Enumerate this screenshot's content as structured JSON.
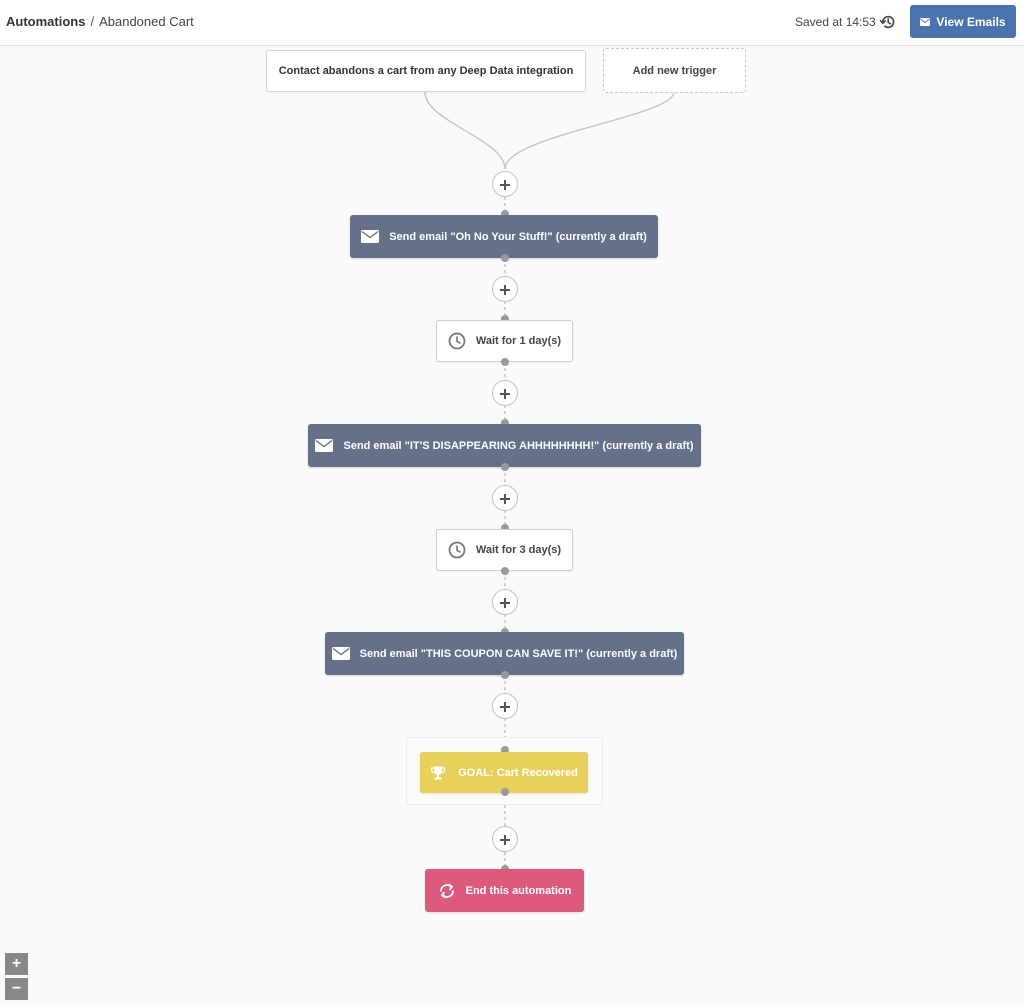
{
  "header": {
    "breadcrumb_root": "Automations",
    "breadcrumb_separator": "/",
    "breadcrumb_current": "Abandoned Cart",
    "saved_text": "Saved at 14:53",
    "view_emails_label": "View Emails"
  },
  "flow": {
    "trigger": "Contact abandons a cart from any Deep Data integration",
    "add_trigger": "Add new trigger",
    "email_1": "Send email \"Oh No Your Stuff!\" (currently a draft)",
    "wait_1": "Wait for 1 day(s)",
    "email_2": "Send email \"IT'S DISAPPEARING AHHHHHHHH!\" (currently a draft)",
    "wait_2": "Wait for 3 day(s)",
    "email_3": "Send email \"THIS COUPON CAN SAVE IT!\" (currently a draft)",
    "goal": "GOAL: Cart Recovered",
    "end": "End this automation"
  },
  "zoom": {
    "in_label": "+",
    "out_label": "−"
  },
  "colors": {
    "primary_button": "#4a73ad",
    "email_node": "#657189",
    "goal_node": "#e8d05a",
    "end_node": "#dd5a7e"
  },
  "icons": {
    "history": "history-icon",
    "email": "envelope-icon",
    "wait": "clock-icon",
    "goal": "trophy-icon",
    "end": "refresh-icon"
  }
}
